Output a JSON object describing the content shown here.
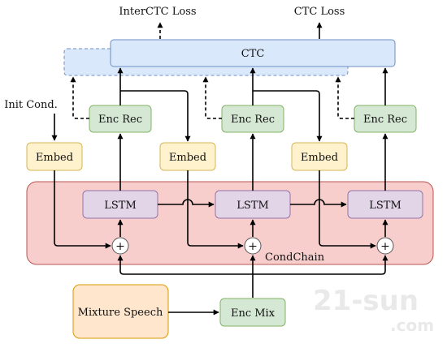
{
  "outputs": {
    "interctc_loss": "InterCTC Loss",
    "ctc_loss": "CTC Loss"
  },
  "ctc": {
    "label": "CTC"
  },
  "init_cond": {
    "label": "Init Cond."
  },
  "enc_rec": {
    "label": "Enc Rec"
  },
  "embed": {
    "label": "Embed"
  },
  "lstm": {
    "label": "LSTM"
  },
  "condchain": {
    "label": "CondChain"
  },
  "sum": {
    "symbol": "+"
  },
  "enc_mix": {
    "label": "Enc Mix"
  },
  "mixture_speech": {
    "label": "Mixture Speech"
  },
  "watermark": {
    "main": "21-sun",
    "sub": ".com"
  },
  "colors": {
    "ctc_fill": "#dae8fc",
    "ctc_stroke": "#6c8ebf",
    "green_fill": "#d5e8d4",
    "green_stroke": "#82b366",
    "yellow_fill": "#fff2cc",
    "yellow_stroke": "#d6b656",
    "purple_fill": "#e1d5e7",
    "purple_stroke": "#9673a6",
    "red_fill": "#f8cecc",
    "red_stroke": "#b85450",
    "orange_fill": "#ffe6cc",
    "orange_stroke": "#d79b00"
  }
}
